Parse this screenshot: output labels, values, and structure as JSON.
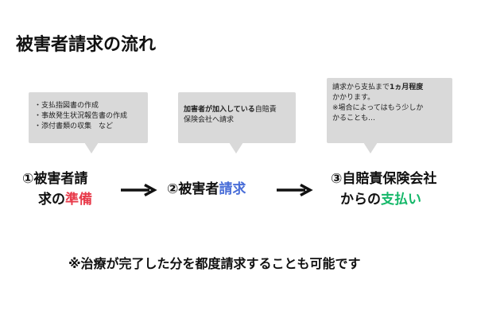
{
  "title": "被害者請求の流れ",
  "bubble1": {
    "items": [
      "支払指図書の作成",
      "事故発生状況報告書の作成",
      "添付書類の収集　など"
    ]
  },
  "bubble2": {
    "bold_part": "加害者が加入している",
    "rest_line1": "自賠責",
    "line2": "保険会社へ請求"
  },
  "bubble3": {
    "line1_pre": "請求から支払まで",
    "line1_bold": "1ヵ月程度",
    "line2": "かかります。",
    "line3": "※場合によってはもう少しか",
    "line4": "かることも…"
  },
  "step1": {
    "line1": "①被害者請",
    "line2_pre": "求の",
    "line2_highlight": "準備"
  },
  "step2": {
    "pre": "②被害者",
    "highlight": "請求"
  },
  "step3": {
    "line1": "③自賠責保険会社",
    "line2_pre": "からの",
    "line2_highlight": "支払い"
  },
  "note": "※治療が完了した分を都度請求することも可能です",
  "colors": {
    "red": "#e83a4a",
    "blue": "#4a6ed8",
    "green": "#16b86a",
    "bubble": "#d9d9d9"
  }
}
